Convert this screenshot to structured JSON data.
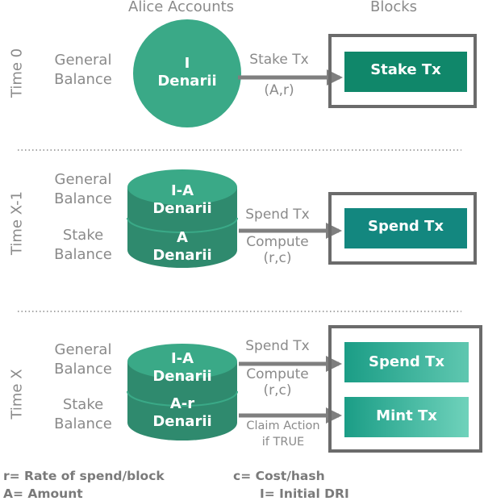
{
  "headers": {
    "accounts": "Alice Accounts",
    "blocks": "Blocks"
  },
  "rows": [
    {
      "time": "Time 0",
      "general_label": "General\nBalance",
      "circle": "I\nDenarii",
      "arrow_label": "Stake Tx",
      "arrow_sub": "(A,r)",
      "block": "Stake Tx"
    },
    {
      "time": "Time X-1",
      "general_label": "General\nBalance",
      "stake_label": "Stake\nBalance",
      "cyl_top": "I-A\nDenarii",
      "cyl_bottom": "A\nDenarii",
      "arrow1_label": "Spend Tx",
      "arrow1_sub": "Compute\n(r,c)",
      "block": "Spend Tx"
    },
    {
      "time": "Time X",
      "general_label": "General\nBalance",
      "stake_label": "Stake\nBalance",
      "cyl_top": "I-A\nDenarii",
      "cyl_bottom": "A-r\nDenarii",
      "arrow1_label": "Spend Tx",
      "arrow1_sub": "Compute\n(r,c)",
      "arrow2_label": "Claim Action\nif TRUE",
      "block1": "Spend Tx",
      "block2": "Mint Tx"
    }
  ],
  "legend": {
    "r": "r= Rate of spend/block",
    "a": "A= Amount",
    "c": "c= Cost/hash",
    "i": "I= Initial DRI"
  },
  "colors": {
    "circle": "#3aa987",
    "cyl_top": "#3aa987",
    "cyl_body": "#2f8a6e",
    "block_dark": "#10876a",
    "block_teal": "#13877f",
    "block_light": "#5fc7b0",
    "frame": "#6b6b6b",
    "arrow": "#7f7f7f"
  }
}
